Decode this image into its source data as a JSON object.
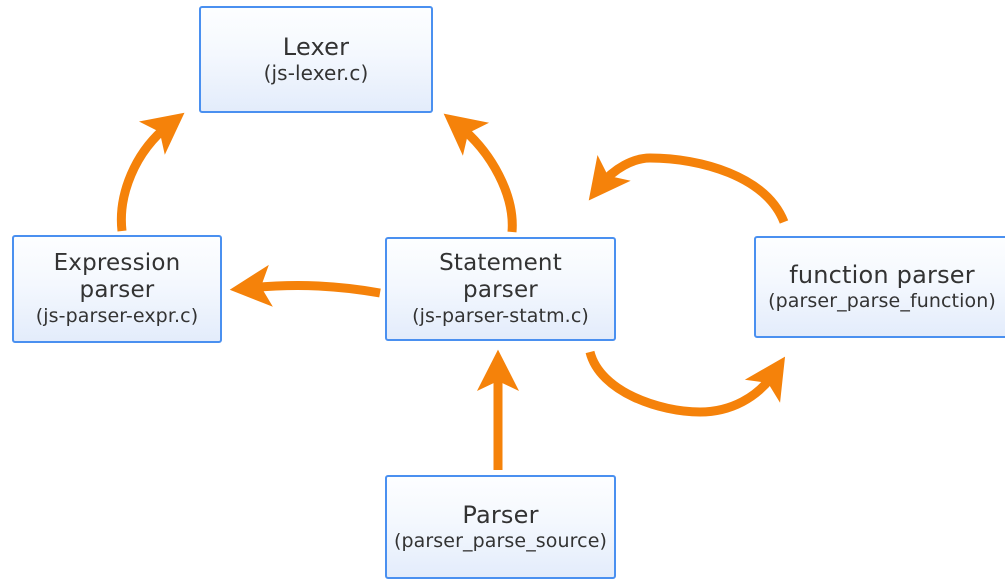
{
  "diagram": {
    "type": "flow-diagram",
    "background_color": "#ffffff",
    "box_border_color": "#4a90f0",
    "box_fill_top_color": "#fdfeff",
    "box_fill_bottom_color": "#e3ecfb",
    "arrow_color": "#f5820a",
    "text_color": "#333333",
    "nodes": [
      {
        "id": "lexer",
        "title": "Lexer",
        "subtitle": "(js-lexer.c)"
      },
      {
        "id": "expression-parser",
        "title": "Expression\nparser",
        "title_line1": "Expression",
        "title_line2": "parser",
        "subtitle": "(js-parser-expr.c)"
      },
      {
        "id": "statement-parser",
        "title_line1": "Statement",
        "title_line2": "parser",
        "subtitle": "(js-parser-statm.c)"
      },
      {
        "id": "function-parser",
        "title": "function parser",
        "subtitle": "(parser_parse_function)"
      },
      {
        "id": "parser",
        "title": "Parser",
        "subtitle": "(parser_parse_source)"
      }
    ],
    "edges": [
      {
        "id": "expression-to-lexer",
        "from": "expression-parser",
        "to": "lexer",
        "style": "curved",
        "direction": "up-right"
      },
      {
        "id": "statement-to-lexer",
        "from": "statement-parser",
        "to": "lexer",
        "style": "curved",
        "direction": "up-left"
      },
      {
        "id": "statement-to-expression",
        "from": "statement-parser",
        "to": "expression-parser",
        "style": "slightly-curved",
        "direction": "left"
      },
      {
        "id": "function-to-statement",
        "from": "function-parser",
        "to": "statement-parser",
        "style": "arc-over",
        "direction": "left"
      },
      {
        "id": "statement-to-function",
        "from": "statement-parser",
        "to": "function-parser",
        "style": "arc-under",
        "direction": "right"
      },
      {
        "id": "parser-to-statement",
        "from": "parser",
        "to": "statement-parser",
        "style": "straight",
        "direction": "up"
      }
    ]
  }
}
